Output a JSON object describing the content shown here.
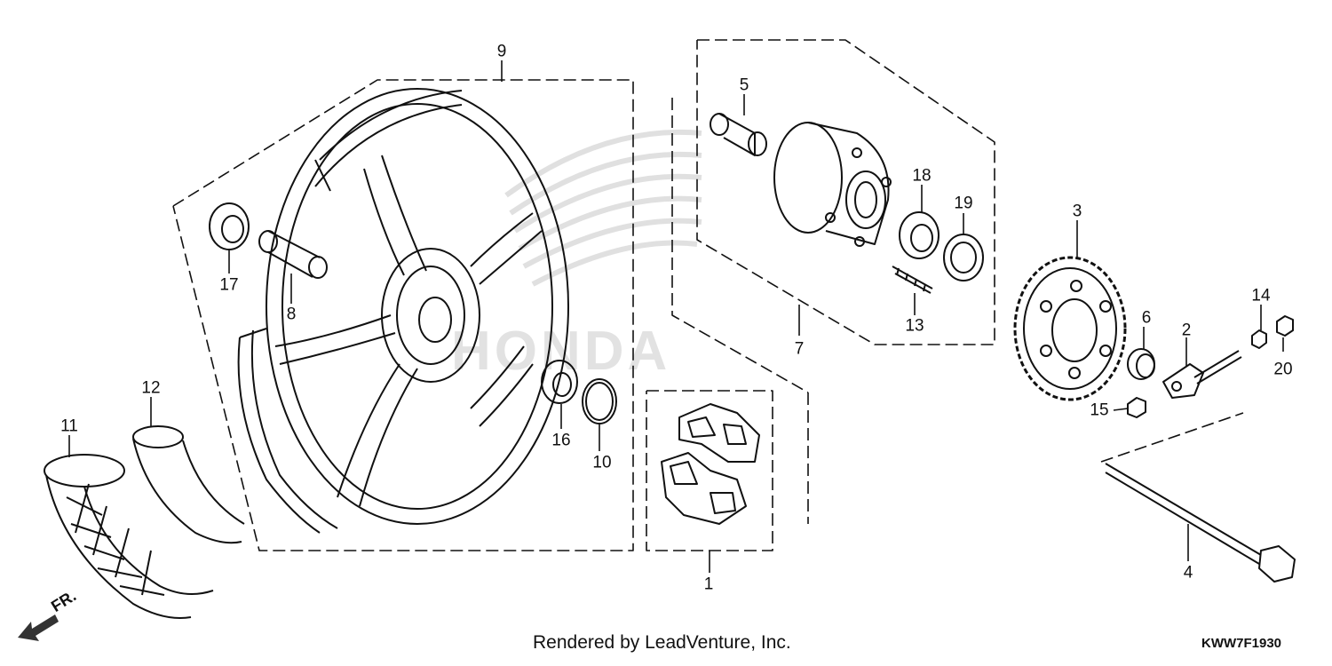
{
  "diagram": {
    "brand_watermark": "HONDA",
    "direction_label": "FR.",
    "credit": "Rendered by LeadVenture, Inc.",
    "diagram_code": "KWW7F1930",
    "parts": [
      {
        "id": "part-1",
        "label": "1"
      },
      {
        "id": "part-2",
        "label": "2"
      },
      {
        "id": "part-3",
        "label": "3"
      },
      {
        "id": "part-4",
        "label": "4"
      },
      {
        "id": "part-5",
        "label": "5"
      },
      {
        "id": "part-6",
        "label": "6"
      },
      {
        "id": "part-7",
        "label": "7"
      },
      {
        "id": "part-8",
        "label": "8"
      },
      {
        "id": "part-9",
        "label": "9"
      },
      {
        "id": "part-10",
        "label": "10"
      },
      {
        "id": "part-11",
        "label": "11"
      },
      {
        "id": "part-12",
        "label": "12"
      },
      {
        "id": "part-13",
        "label": "13"
      },
      {
        "id": "part-14",
        "label": "14"
      },
      {
        "id": "part-15",
        "label": "15"
      },
      {
        "id": "part-16",
        "label": "16"
      },
      {
        "id": "part-17",
        "label": "17"
      },
      {
        "id": "part-18",
        "label": "18"
      },
      {
        "id": "part-19",
        "label": "19"
      },
      {
        "id": "part-20",
        "label": "20"
      }
    ]
  }
}
